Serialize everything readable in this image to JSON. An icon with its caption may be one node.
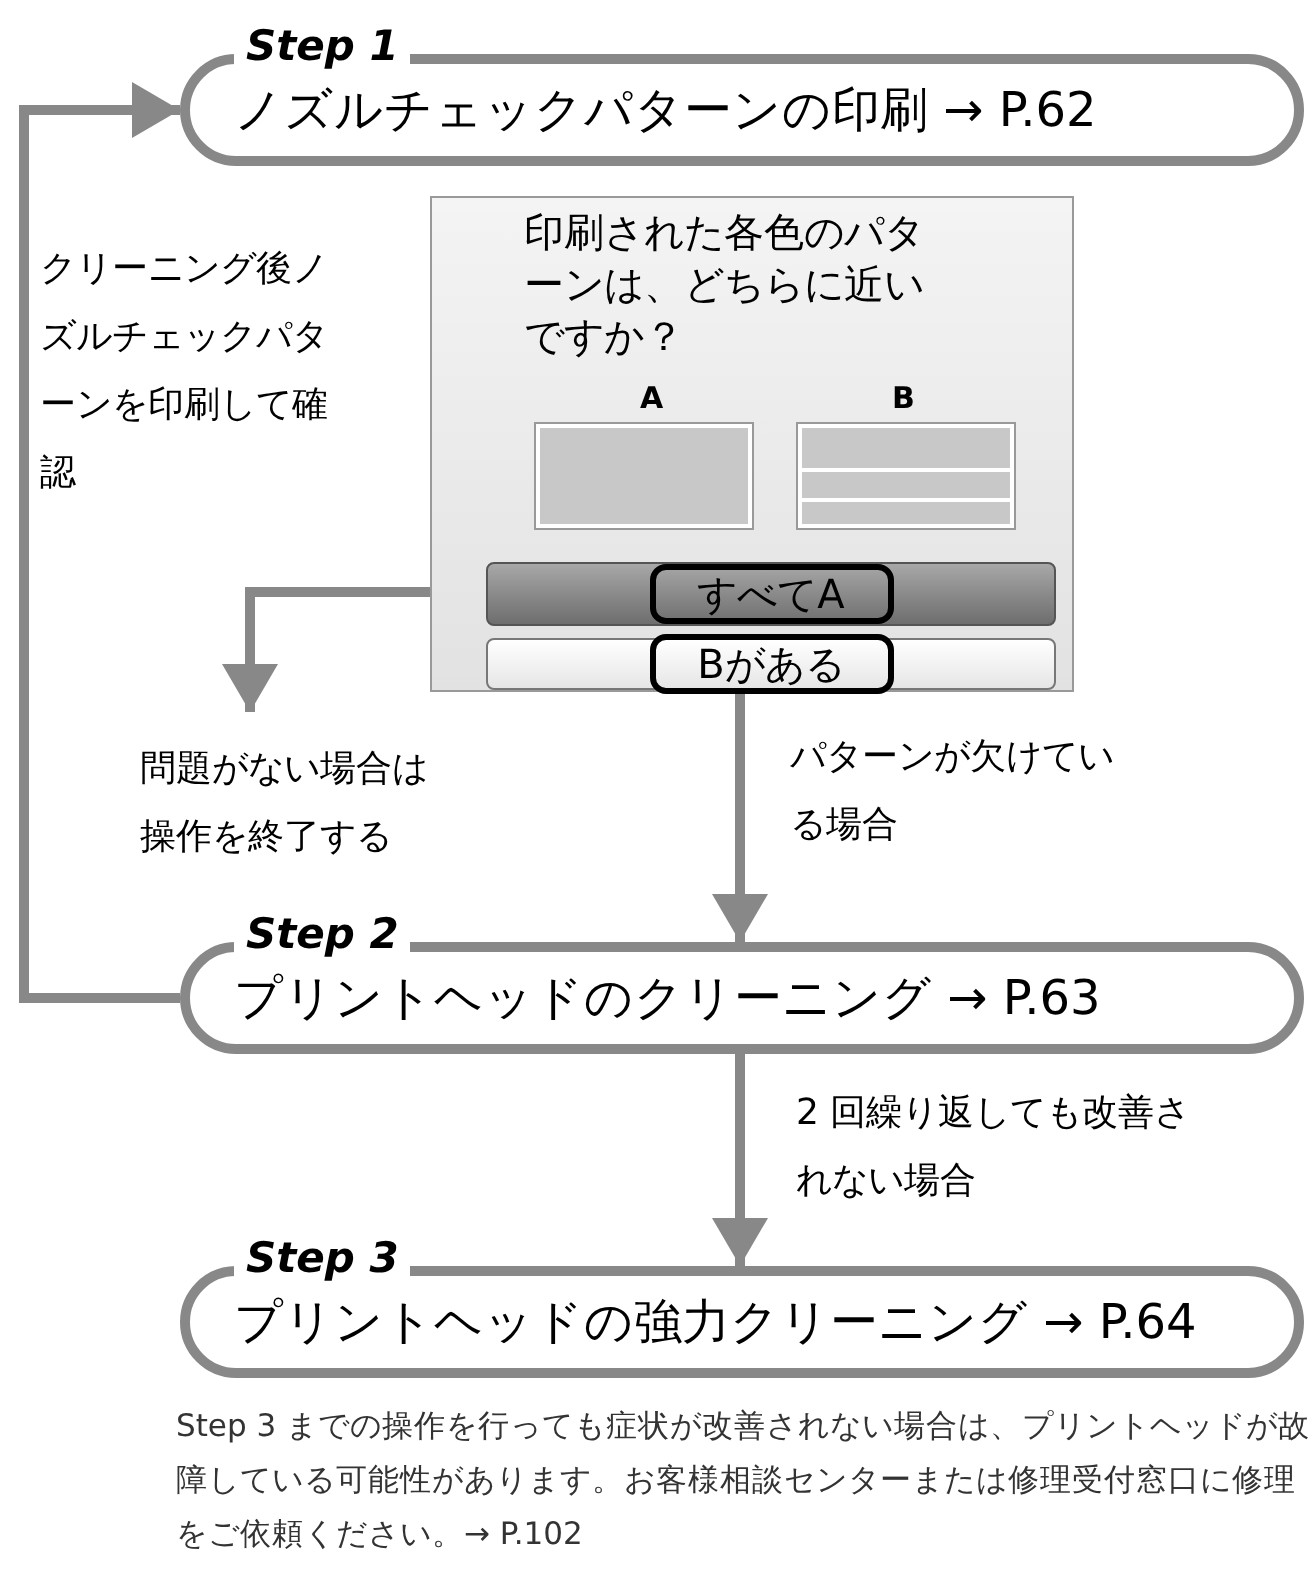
{
  "diagram": {
    "nodes": [
      {
        "text": [
          "Step 1",
          "ノズルチェックパターンの印刷 → P.62"
        ]
      },
      {
        "text": [
          "印刷された各色のパターンは、どちらに近いですか？",
          "A",
          "B"
        ]
      },
      {
        "text": [
          "すべてA"
        ],
        "in": 1
      },
      {
        "text": [
          "Bがある"
        ],
        "in": 1
      },
      {
        "text": [
          "問題がない場合は操作を終了する"
        ]
      },
      {
        "text": [
          "Step 2",
          "プリントヘッドのクリーニング → P.63"
        ]
      },
      {
        "text": [
          "Step 3",
          "プリントヘッドの強力クリーニング → P.64"
        ]
      }
    ],
    "edges": [
      {
        "from": 2,
        "to": 4,
        "arrow": "to"
      },
      {
        "from": 3,
        "to": 5,
        "arrow": "to",
        "label": "パターンが欠けている場合"
      },
      {
        "from": 5,
        "to": 6,
        "arrow": "to",
        "label": "2 回繰り返しても改善されない場合"
      },
      {
        "from": 5,
        "to": 0,
        "arrow": "to",
        "label": "クリーニング後ノズルチェックパターンを印刷して確認"
      }
    ],
    "labels": [
      "Step 3 までの操作を行っても症状が改善されない場合は、プリントヘッドが故障している可能性があります。お客様相談センターまたは修理受付窓口に修理をご依頼ください。→ P.102"
    ]
  }
}
